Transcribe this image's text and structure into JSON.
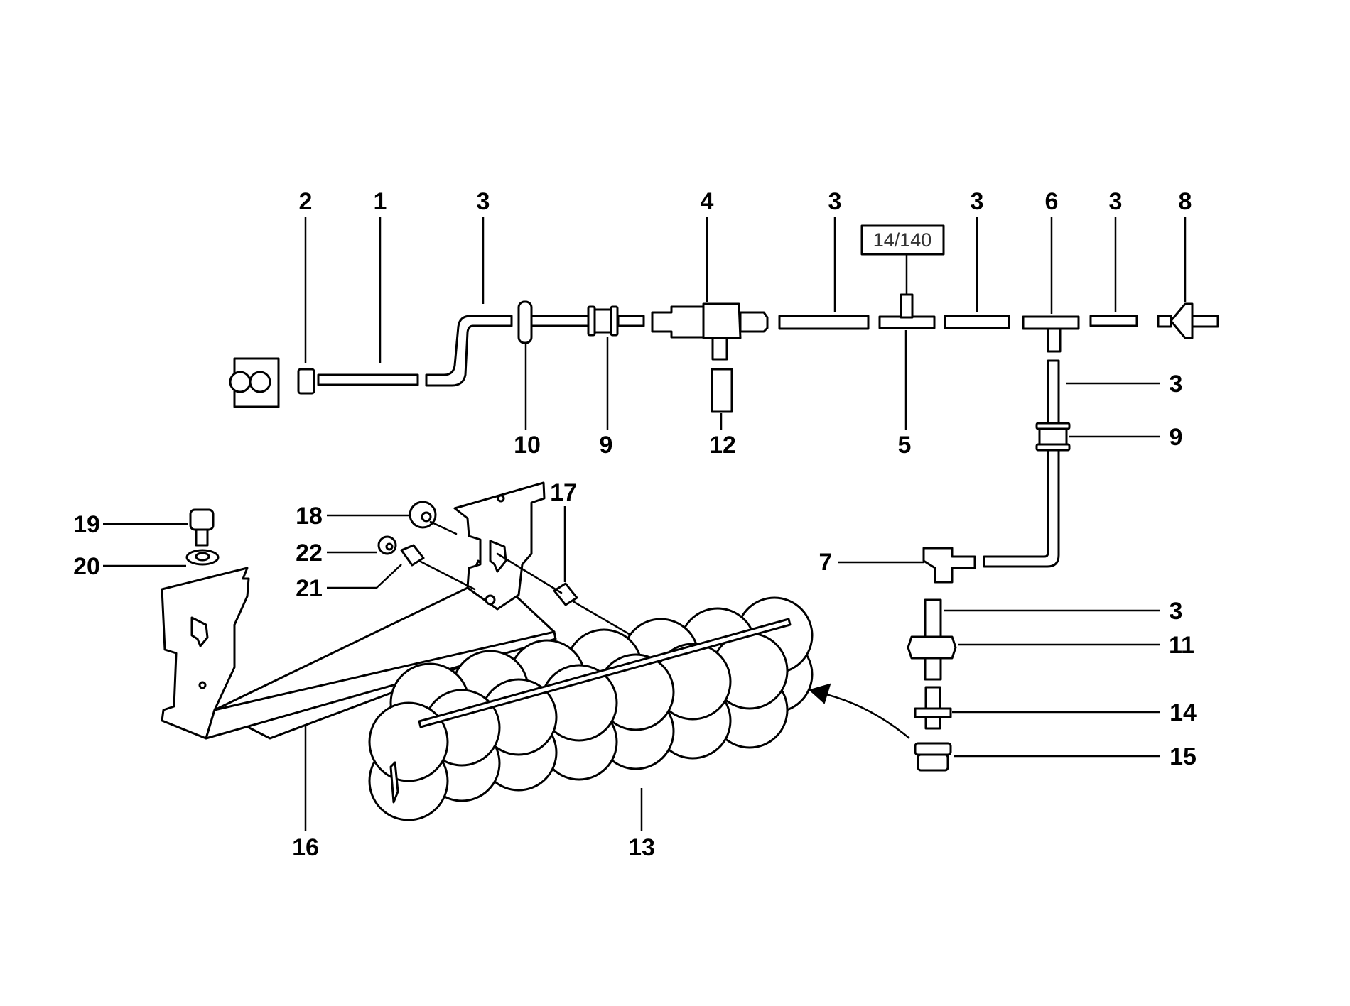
{
  "callouts": {
    "c2": "2",
    "c1": "1",
    "c3a": "3",
    "c4": "4",
    "c3b": "3",
    "c3c": "3",
    "c6": "6",
    "c3d": "3",
    "c8": "8",
    "c10": "10",
    "c9a": "9",
    "c12": "12",
    "c5": "5",
    "c3e": "3",
    "c9b": "9",
    "c7": "7",
    "c3f": "3",
    "c11": "11",
    "c14": "14",
    "c15": "15",
    "c19": "19",
    "c20": "20",
    "c18": "18",
    "c22": "22",
    "c21": "21",
    "c17": "17",
    "c16": "16",
    "c13": "13"
  },
  "reference_box": "14/140"
}
